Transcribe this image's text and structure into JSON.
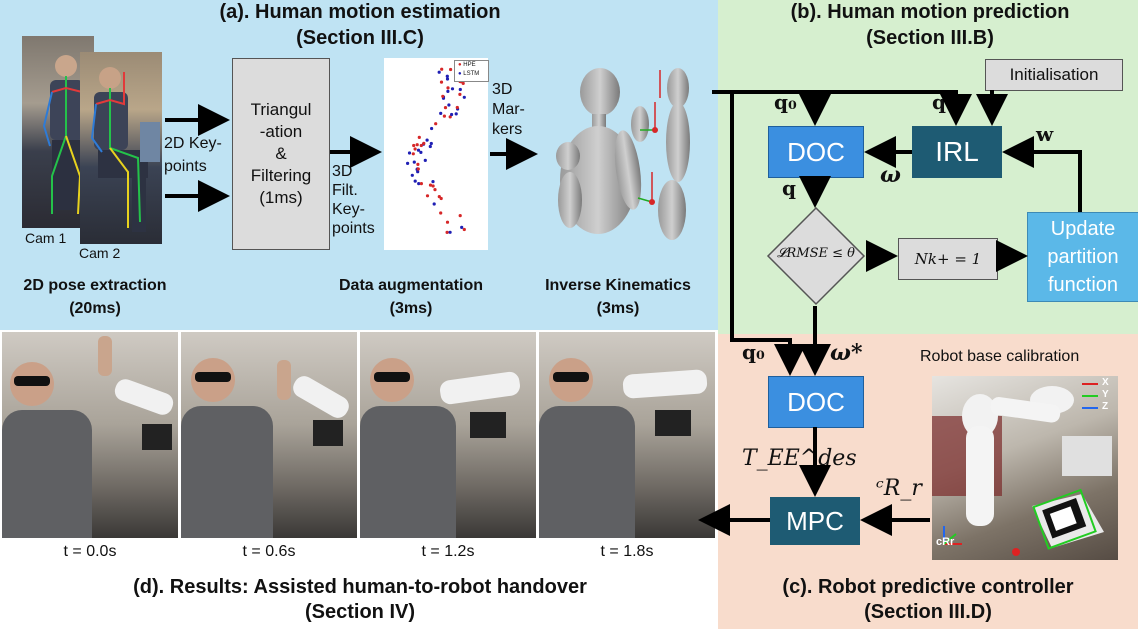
{
  "panels": {
    "a": {
      "title": "(a). Human motion estimation",
      "subtitle": "(Section III.C)",
      "color": "#bfe3f3"
    },
    "b": {
      "title": "(b). Human motion prediction",
      "subtitle": "(Section III.B)",
      "color": "#d6efcf"
    },
    "c": {
      "title": "(c). Robot predictive controller",
      "subtitle": "(Section III.D)",
      "color": "#f8dccc"
    },
    "d": {
      "title": "(d). Results: Assisted human-to-robot handover",
      "subtitle": "(Section IV)"
    }
  },
  "estimation": {
    "cam1": "Cam 1",
    "cam2": "Cam 2",
    "keypoints_2d": [
      "2D Key-",
      "points"
    ],
    "triangulation": [
      "Triangul",
      "-ation",
      "&",
      "Filtering",
      "(1ms)"
    ],
    "filtered_keypoints": [
      "3D",
      "Filt.",
      "Key-",
      "points"
    ],
    "markers_3d": [
      "3D",
      "Mar-",
      "kers"
    ],
    "legend": [
      "HPE",
      "LSTM"
    ],
    "stage_pose": [
      "2D pose extraction",
      "(20ms)"
    ],
    "stage_augmentation": [
      "Data augmentation",
      "(3ms)"
    ],
    "stage_ik": [
      "Inverse Kinematics",
      "(3ms)"
    ]
  },
  "prediction": {
    "initialisation": "Initialisation",
    "doc": "DOC",
    "irl": "IRL",
    "q0": "q₀",
    "q": "q",
    "w": "w",
    "omega": "ω",
    "condition": "𝓛RMSE ≤ θ",
    "counter": "Nk+ = 1",
    "update": [
      "Update",
      "partition",
      "function"
    ]
  },
  "controller": {
    "doc": "DOC",
    "mpc": "MPC",
    "q0": "q₀",
    "omega_star": "ω*",
    "t_ee": "T_EE^des",
    "c_r": "ᶜR_r",
    "calibration": "Robot base calibration",
    "axes": [
      "X",
      "Y",
      "Z"
    ],
    "frame_label": "cRr"
  },
  "results": {
    "frames": [
      "t = 0.0s",
      "t = 0.6s",
      "t = 1.2s",
      "t = 1.8s"
    ]
  },
  "colors": {
    "doc_blue": "#3b8fe0",
    "dark_teal": "#1e5b73",
    "update_blue": "#5bb8e8",
    "arrow": "#000000",
    "hpe_marker": "#d62728",
    "lstm_marker": "#1f1fb4"
  }
}
